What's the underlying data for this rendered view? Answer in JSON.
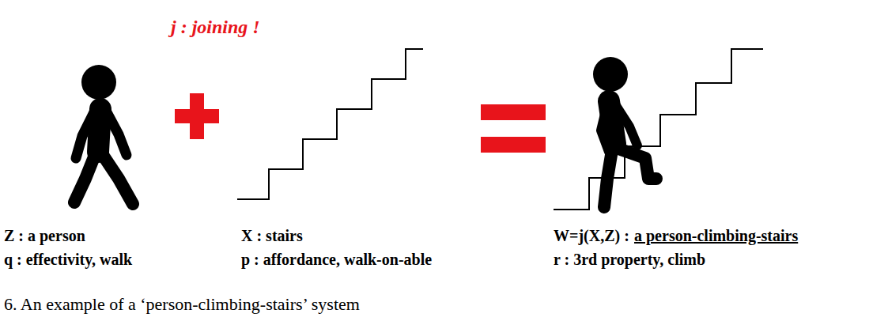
{
  "diagram": {
    "caption": "6. An example of a ‘person-climbing-stairs’ system",
    "labels": [
      "j : joining !",
      "Z : a person",
      "q : effectivity, walk",
      "X : stairs",
      "p : affordance, walk-on-able",
      "W=j(X,Z) :",
      "a person-climbing-stairs",
      "r : 3rd property, climb"
    ]
  }
}
